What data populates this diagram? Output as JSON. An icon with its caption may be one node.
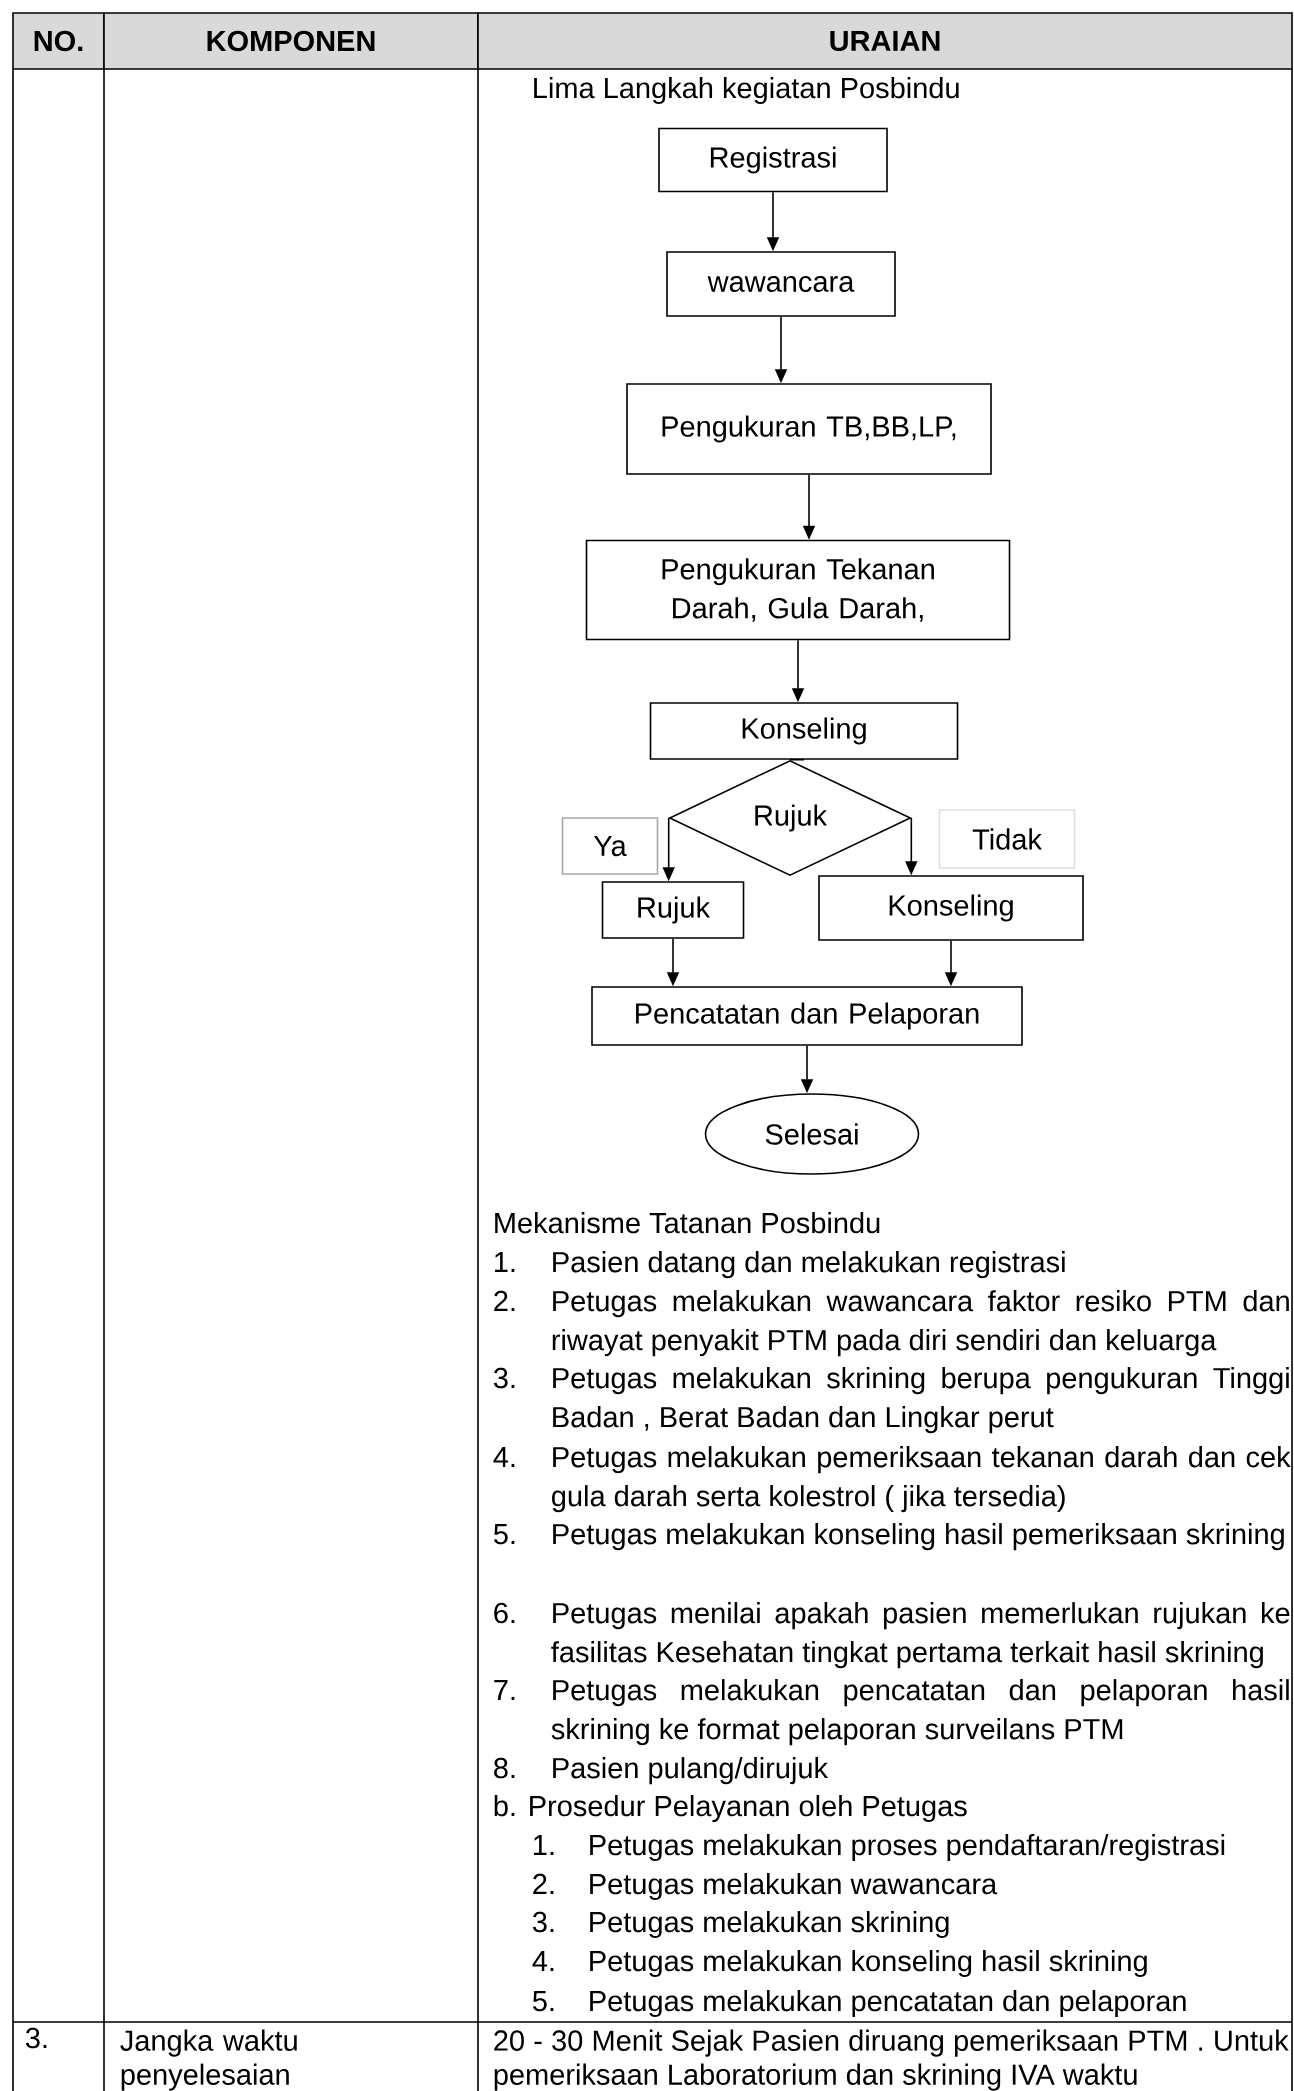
{
  "diagram": {
    "nodes": [
      {
        "text": [
          "Registrasi"
        ]
      },
      {
        "text": [
          "wawancara"
        ]
      },
      {
        "text": [
          "Pengukuran TB,BB,LP,"
        ]
      },
      {
        "text": [
          "Pengukuran Tekanan Darah, Gula Darah,"
        ]
      },
      {
        "text": [
          "Konseling"
        ]
      },
      {
        "text": [
          "Rujuk"
        ]
      },
      {
        "text": [
          "Ya"
        ]
      },
      {
        "text": [
          "Tidak"
        ]
      },
      {
        "text": [
          "Rujuk"
        ]
      },
      {
        "text": [
          "Konseling"
        ]
      },
      {
        "text": [
          "Pencatatan dan Pelaporan"
        ]
      },
      {
        "text": [
          "Selesai"
        ]
      }
    ],
    "edges": [
      {
        "from": 0,
        "to": 1,
        "arrow": "to"
      },
      {
        "from": 1,
        "to": 2,
        "arrow": "to"
      },
      {
        "from": 2,
        "to": 3,
        "arrow": "to"
      },
      {
        "from": 3,
        "to": 4,
        "arrow": "to"
      },
      {
        "from": 4,
        "to": 5,
        "arrow": "none"
      },
      {
        "from": 5,
        "to": 8,
        "arrow": "to"
      },
      {
        "from": 5,
        "to": 9,
        "arrow": "to"
      },
      {
        "from": 8,
        "to": 10,
        "arrow": "to"
      },
      {
        "from": 9,
        "to": 10,
        "arrow": "to"
      },
      {
        "from": 10,
        "to": 11,
        "arrow": "to"
      }
    ],
    "labels": [
      "NO.",
      "KOMPONEN",
      "URAIAN",
      "Lima Langkah kegiatan Posbindu",
      "Mekanisme Tatanan Posbindu",
      "1.",
      "Pasien datang dan melakukan registrasi",
      "2.",
      "Petugas melakukan wawancara faktor resiko PTM dan riwayat penyakit PTM pada diri sendiri dan keluarga",
      "3.",
      "Petugas melakukan skrining berupa pengukuran Tinggi Badan , Berat Badan dan Lingkar perut",
      "4.",
      "Petugas melakukan pemeriksaan tekanan darah dan cek gula darah serta kolestrol ( jika tersedia)",
      "5.",
      "Petugas melakukan konseling hasil pemeriksaan skrining",
      "6.",
      "Petugas menilai apakah pasien memerlukan rujukan ke fasilitas Kesehatan tingkat pertama terkait hasil skrining",
      "7.",
      "Petugas melakukan pencatatan dan pelaporan hasil skrining ke format pelaporan surveilans PTM",
      "8.",
      "Pasien pulang/dirujuk",
      "b. Prosedur Pelayanan oleh Petugas",
      "1.",
      "Petugas melakukan proses pendaftaran/registrasi",
      "2.",
      "Petugas melakukan wawancara",
      "3.",
      "Petugas melakukan skrining",
      "4.",
      "Petugas melakukan konseling hasil skrining",
      "5.",
      "Petugas melakukan pencatatan dan pelaporan",
      "3.",
      "Jangka waktu penyelesaian",
      "20 - 30 Menit Sejak Pasien  diruang pemeriksaan PTM . Untuk pemeriksaan Laboratorium dan skrining IVA  waktu"
    ]
  }
}
